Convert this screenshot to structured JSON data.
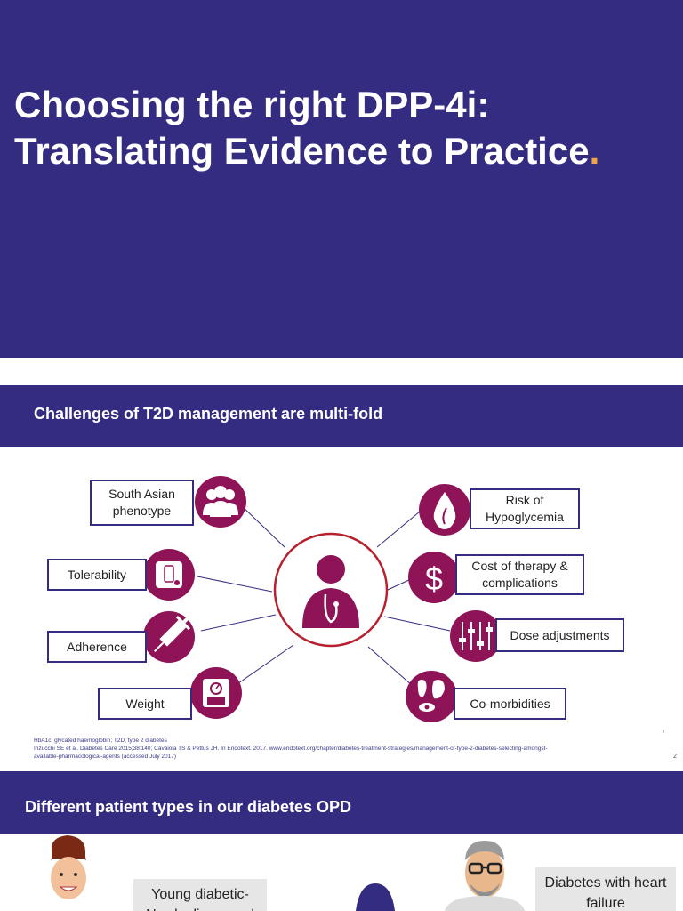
{
  "slide1": {
    "title_line1": "Choosing the right DPP-4i:",
    "title_line2": "Translating Evidence to Practice",
    "title_dot": "."
  },
  "slide2": {
    "banner": "Challenges of T2D management are multi-fold",
    "labels": {
      "south_asian": "South Asian phenotype",
      "tolerability": "Tolerability",
      "adherence": "Adherence",
      "weight": "Weight",
      "hypoglycemia": "Risk of Hypoglycemia",
      "cost": "Cost of therapy & complications",
      "dose": "Dose adjustments",
      "comorbidities": "Co-morbidities"
    },
    "dollar": "$",
    "refs_line1": "HbA1c, glycated haemoglobin; T2D, type 2 diabetes",
    "refs_line2": "Inzucchi SE et al. Diabetes Care 2015;38:140; Cavaiola TS & Pettus JH. In Endotext. 2017. www.endotext.org/chapter/diabetes-treatment-strategies/management-of-type-2-diabetes-selecting-amongst-available-pharmacological-agents (accessed July 2017)",
    "page_number": "2",
    "tick_mark": "³"
  },
  "slide3": {
    "banner": "Different patient types in our diabetes OPD",
    "box_left": "Young diabetic- Newly diagnosed",
    "box_right": "Diabetes with heart failure"
  },
  "colors": {
    "navy": "#342c81",
    "magenta": "#8e1457",
    "center_ring": "#b8202e",
    "accent_orange": "#f0a640"
  }
}
